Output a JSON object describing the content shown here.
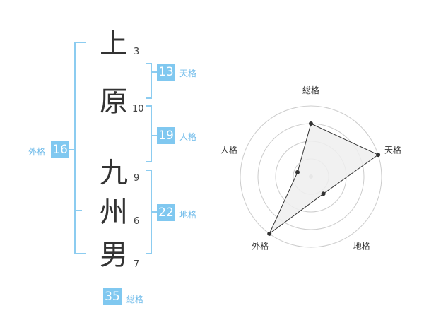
{
  "name": {
    "chars": [
      {
        "char": "上",
        "strokes": "3"
      },
      {
        "char": "原",
        "strokes": "10"
      },
      {
        "char": "九",
        "strokes": "9"
      },
      {
        "char": "州",
        "strokes": "6"
      },
      {
        "char": "男",
        "strokes": "7"
      }
    ]
  },
  "kaku": {
    "tenkaku": {
      "value": "13",
      "label": "天格"
    },
    "jinkaku": {
      "value": "19",
      "label": "人格"
    },
    "chikaku": {
      "value": "22",
      "label": "地格"
    },
    "gaikaku": {
      "value": "16",
      "label": "外格"
    },
    "soukaku": {
      "value": "35",
      "label": "総格"
    }
  },
  "chart_data": {
    "type": "radar",
    "axes": [
      "総格",
      "天格",
      "地格",
      "外格",
      "人格"
    ],
    "values": [
      0.75,
      1.0,
      0.3,
      1.0,
      0.2
    ],
    "rmax": 1,
    "rings": 4,
    "colors": {
      "line": "#333333",
      "fill": "#EEEEEE",
      "grid": "#CCCCCC",
      "center": "#BBBBBB"
    }
  },
  "colors": {
    "accent": "#80C8F0",
    "bracket": "#8CCCF0",
    "label": "#6FBBEA"
  }
}
